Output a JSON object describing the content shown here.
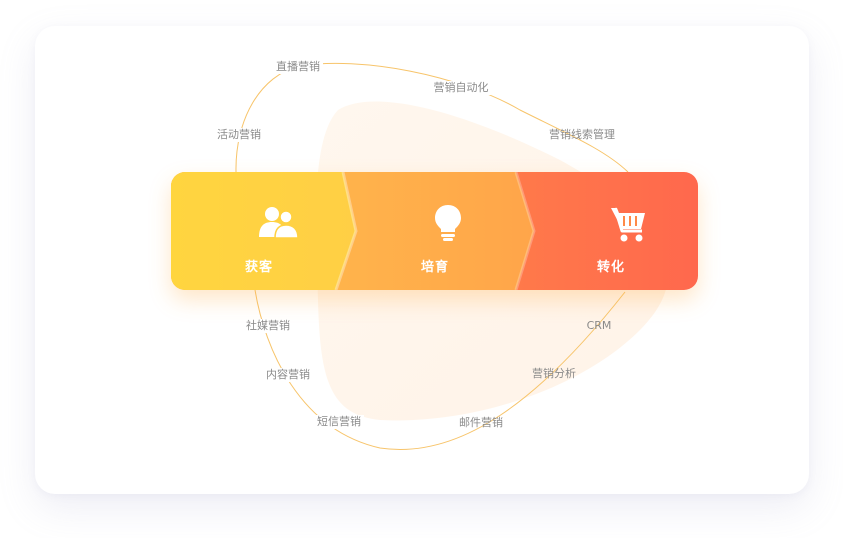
{
  "stages": [
    {
      "label": "获客",
      "icon": "users-icon"
    },
    {
      "label": "培育",
      "icon": "lightbulb-icon"
    },
    {
      "label": "转化",
      "icon": "shopping-cart-icon"
    }
  ],
  "outer_labels": {
    "top": [
      "直播营销",
      "营销自动化",
      "营销线索管理",
      "活动营销"
    ],
    "bottom": [
      "社媒营销",
      "内容营销",
      "短信营销",
      "邮件营销",
      "营销分析",
      "CRM"
    ]
  },
  "colors": {
    "stage1": "#ffd142",
    "stage2": "#ffa64a",
    "stage3": "#ff6f4c",
    "curve": "#f7c46a",
    "blob": "#fff5ec"
  }
}
